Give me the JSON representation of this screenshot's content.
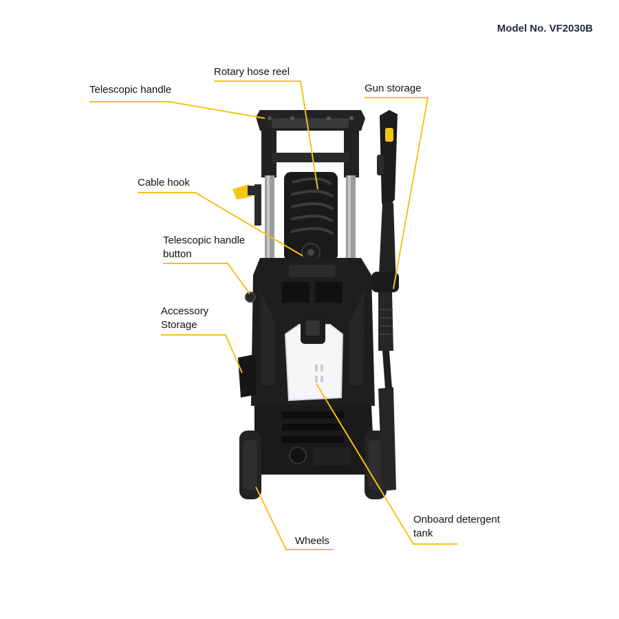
{
  "model_number": "Model No. VF2030B",
  "colors": {
    "callout_line": "#f5c11a",
    "machine_body": "#1e1e1e",
    "accent_yellow": "#f3c715",
    "tank": "#f4f6f8",
    "metal": "#9a9a9a"
  },
  "callouts": [
    {
      "id": "rotary-hose-reel",
      "lines": [
        "Rotary hose reel"
      ]
    },
    {
      "id": "telescopic-handle",
      "lines": [
        "Telescopic handle"
      ]
    },
    {
      "id": "gun-storage",
      "lines": [
        "Gun storage"
      ]
    },
    {
      "id": "cable-hook",
      "lines": [
        "Cable hook"
      ]
    },
    {
      "id": "telescopic-handle-button",
      "lines": [
        "Telescopic handle",
        "button"
      ]
    },
    {
      "id": "accessory-storage",
      "lines": [
        "Accessory",
        "Storage"
      ]
    },
    {
      "id": "onboard-detergent-tank",
      "lines": [
        "Onboard detergent",
        "tank"
      ]
    },
    {
      "id": "wheels",
      "lines": [
        "Wheels"
      ]
    }
  ]
}
